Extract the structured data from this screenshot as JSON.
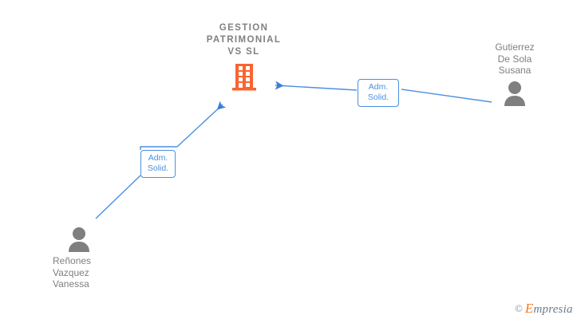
{
  "diagram": {
    "background_color": "#ffffff",
    "company": {
      "name": "GESTION\nPATRIMONIAL\nVS  SL",
      "icon": "building-icon",
      "icon_color": "#fa6432",
      "title_color": "#808080"
    },
    "persons": [
      {
        "id": "gutierrez-de-sola-susana",
        "name": "Gutierrez\nDe Sola\nSusana",
        "icon": "person-icon",
        "icon_color": "#7f7f7f",
        "position": "right"
      },
      {
        "id": "renones-vazquez-vanessa",
        "name": "Reñones\nVazquez\nVanessa",
        "icon": "person-icon",
        "icon_color": "#7f7f7f",
        "position": "bottom-left"
      }
    ],
    "relations": [
      {
        "label": "Adm.\nSolid.",
        "from": "gutierrez-de-sola-susana",
        "to": "company",
        "color": "#4a90e2"
      },
      {
        "label": "Adm.\nSolid.",
        "from": "renones-vazquez-vanessa",
        "to": "company",
        "color": "#4a90e2"
      }
    ],
    "edge_color": "#4a90e2"
  },
  "watermark": {
    "copyright": "©",
    "brand_initial": "E",
    "brand_rest": "mpresia",
    "initial_color": "#f07a28",
    "rest_color": "#6b7b88"
  }
}
